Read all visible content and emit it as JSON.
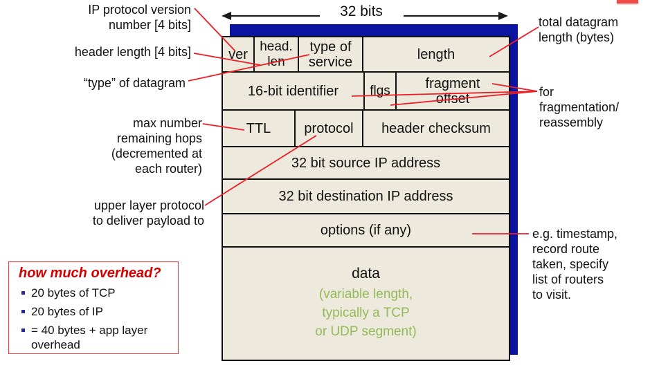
{
  "colors": {
    "shadow-blue": "#0a14a0",
    "cell-beige": "#edeadd",
    "line-red": "#ee1c25",
    "green-note": "#94b958",
    "box-border-red": "#f0353b",
    "title-red": "#d40000",
    "bullet-navy": "#2626a8",
    "corner-red": "#ef4c48"
  },
  "header": {
    "bits_label": "32 bits"
  },
  "packet_fields": {
    "ver": "ver",
    "head_len": "head.\nlen",
    "type_of_service": "type of\nservice",
    "length": "length",
    "identifier": "16-bit identifier",
    "flgs": "flgs",
    "fragment_offset": "fragment\noffset",
    "ttl": "TTL",
    "protocol": "protocol",
    "header_checksum": "header checksum",
    "source_ip": "32 bit source IP address",
    "destination_ip": "32 bit destination IP address",
    "options": "options (if any)",
    "data_label": "data",
    "data_note": "(variable length,\ntypically a TCP\nor UDP segment)"
  },
  "annotations_left": {
    "version": "IP protocol version\nnumber [4 bits]",
    "header_length": "header length [4 bits]",
    "type_of_datagram": "“type” of datagram",
    "max_hops": "max number\nremaining hops\n(decremented at\neach router)",
    "upper_layer": "upper layer protocol\nto deliver payload to"
  },
  "annotations_right": {
    "total_length": "total datagram\nlength (bytes)",
    "fragmentation": "for\nfragmentation/\nreassembly",
    "options_examples": "e.g. timestamp,\nrecord route\ntaken, specify\nlist of routers\nto visit."
  },
  "overhead_box": {
    "title": "how much overhead?",
    "bullets": [
      "20 bytes of TCP",
      "20 bytes of IP",
      "= 40 bytes + app layer overhead"
    ]
  }
}
